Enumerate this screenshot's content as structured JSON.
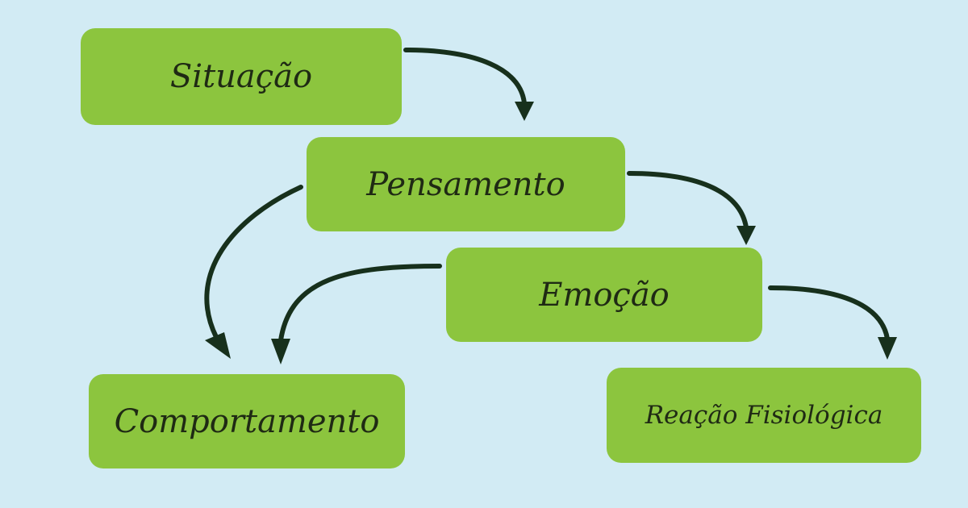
{
  "diagram": {
    "nodes": {
      "situacao": "Situação",
      "pensamento": "Pensamento",
      "emocao": "Emoção",
      "comportamento": "Comportamento",
      "reacao_fisiologica": "Reação Fisiológica"
    },
    "edges": [
      {
        "from": "situacao",
        "to": "pensamento"
      },
      {
        "from": "pensamento",
        "to": "emocao"
      },
      {
        "from": "pensamento",
        "to": "comportamento"
      },
      {
        "from": "emocao",
        "to": "comportamento"
      },
      {
        "from": "emocao",
        "to": "reacao_fisiologica"
      }
    ],
    "colors": {
      "background": "#d2ebf4",
      "node_fill": "#8cc53e",
      "arrow": "#17301c",
      "text": "#1f2a14"
    }
  }
}
